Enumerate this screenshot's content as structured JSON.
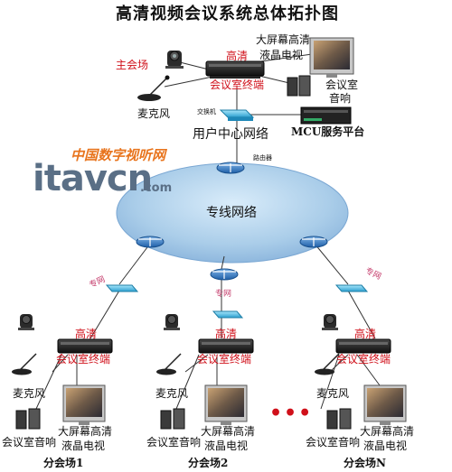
{
  "title": "高清视频会议系统总体拓扑图",
  "main_site": {
    "name": "主会场",
    "hd_label": "高清",
    "terminal_label": "会议室终端",
    "display_label_line1": "大屏幕高清",
    "display_label_line2": "液晶电视",
    "speaker_label_line1": "会议室",
    "speaker_label_line2": "音响",
    "mic_label": "麦克风",
    "switch_label": "交换机",
    "mcu_label": "MCU服务平台",
    "user_network_label": "用户中心网络",
    "router_label": "路由器"
  },
  "watermark": {
    "line1": "中国数字视听网",
    "brand": "itavcn",
    "dotcom": ".com"
  },
  "core_network_label": "专线网络",
  "wan_label": "专网",
  "branch_common": {
    "hd_label": "高清",
    "terminal_label": "会议室终端",
    "mic_label": "麦克风",
    "speaker_label": "会议室音响",
    "display_label_line1": "大屏幕高清",
    "display_label_line2": "液晶电视"
  },
  "branches": [
    {
      "name": "分会场1"
    },
    {
      "name": "分会场2"
    },
    {
      "name": "分会场N"
    }
  ],
  "ellipsis": "•••",
  "colors": {
    "label_red": "#d0101a",
    "cloud_fill": "#a9cce9",
    "device_blue": "#2f7bd0",
    "switch_cyan": "#55c4ec",
    "watermark_orange": "#e8741d",
    "watermark_gray": "#5a6f86"
  }
}
